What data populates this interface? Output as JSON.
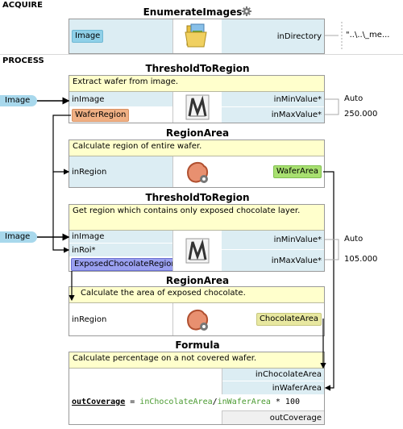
{
  "sections": {
    "acquire": "ACQUIRE",
    "process": "PROCESS"
  },
  "enumerate": {
    "title": "EnumerateImages",
    "icon": "gear-icon",
    "output": "Image",
    "input": "inDirectory",
    "input_value": "\"..\\..\\_me..."
  },
  "threshold1": {
    "title": "ThresholdToRegion",
    "description": "Extract wafer from image.",
    "in_image": "inImage",
    "out_region": "WaferRegion",
    "min_label": "inMinValue*",
    "min_value": "Auto",
    "max_label": "inMaxValue*",
    "max_value": "250.000",
    "source": "Image"
  },
  "area1": {
    "title": "RegionArea",
    "description": "Calculate region of entire wafer.",
    "in_region": "inRegion",
    "out_area": "WaferArea"
  },
  "threshold2": {
    "title": "ThresholdToRegion",
    "description": "Get region which contains only exposed chocolate layer.",
    "in_image": "inImage",
    "in_roi": "inRoi*",
    "out_region": "ExposedChocolateRegion",
    "min_label": "inMinValue*",
    "min_value": "Auto",
    "max_label": "inMaxValue*",
    "max_value": "105.000",
    "source": "Image"
  },
  "area2": {
    "title": "RegionArea",
    "description": "Calculate the area of exposed chocolate.",
    "in_region": "inRegion",
    "out_area": "ChocolateArea"
  },
  "formula": {
    "title": "Formula",
    "description": "Calculate percentage on a not covered wafer.",
    "in1": "inChocolateArea",
    "in2": "inWaferArea",
    "expr_out": "outCoverage",
    "expr_eq": " = ",
    "expr_a": "inChocolateArea",
    "expr_div": "/",
    "expr_b": "inWaferArea",
    "expr_rest": " * 100",
    "output": "outCoverage"
  }
}
